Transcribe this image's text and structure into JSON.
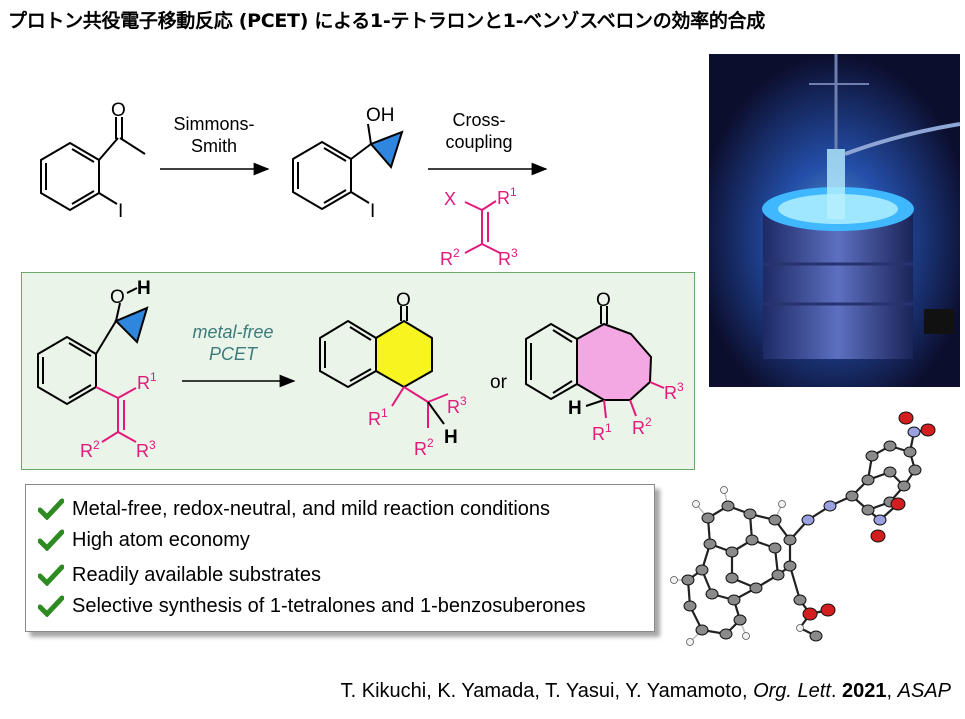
{
  "title": "プロトン共役電子移動反応 (PCET) による1-テトラロンと1-ベンゾスベロンの効率的合成",
  "scheme": {
    "step1_reagent_line1": "Simmons-",
    "step1_reagent_line2": "Smith",
    "step2_reagent_line1": "Cross-",
    "step2_reagent_line2": "coupling",
    "iodo": "I",
    "hydroxyl": "OH",
    "halide": "X",
    "r1": "R",
    "r1_sup": "1",
    "r2": "R",
    "r2_sup": "2",
    "r3": "R",
    "r3_sup": "3",
    "oxygen": "O",
    "hydrogen": "H",
    "pcet_line1": "metal-free",
    "pcet_line2": "PCET",
    "or": "or"
  },
  "bullets": [
    "Metal-free, redox-neutral, and mild reaction conditions",
    "High atom economy",
    "Readily available substrates",
    "Selective synthesis of 1-tetralones and 1-benzosuberones"
  ],
  "citation": {
    "authors": "T. Kikuchi, K. Yamada, T. Yasui, Y. Yamamoto, ",
    "journal": "Org. Lett",
    "dot": ". ",
    "year": "2021",
    "sep": ", ",
    "status": "ASAP"
  },
  "colors": {
    "magenta": "#e3197b",
    "cyclopropane_blue": "#2e86de",
    "tetralone_yellow": "#f7f41f",
    "suberone_pink": "#f3a7e3",
    "box_green": "#eaf4e8",
    "check_green": "#2e8b22",
    "pcet_teal": "#3d7b7b"
  },
  "icons": [
    "check-icon",
    "reaction-arrow-icon",
    "crystal-structure-image",
    "photoreactor-photo"
  ]
}
